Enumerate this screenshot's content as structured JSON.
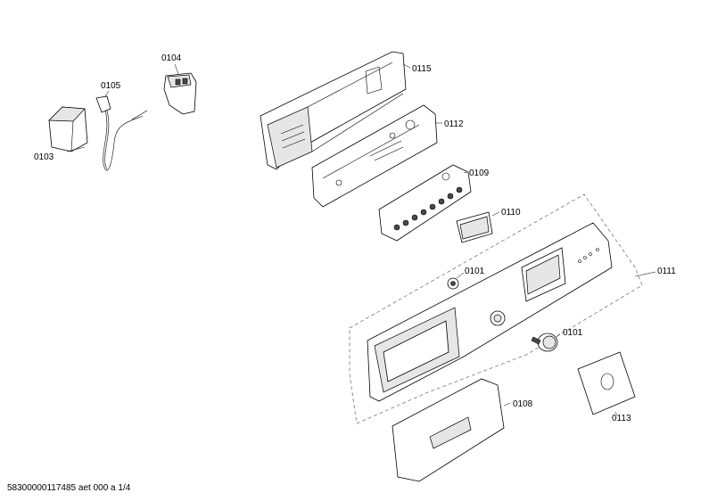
{
  "parts": [
    {
      "id": "0103",
      "label": "0103"
    },
    {
      "id": "0104",
      "label": "0104"
    },
    {
      "id": "0105",
      "label": "0105"
    },
    {
      "id": "0115",
      "label": "0115"
    },
    {
      "id": "0112",
      "label": "0112"
    },
    {
      "id": "0109",
      "label": "0109"
    },
    {
      "id": "0110",
      "label": "0110"
    },
    {
      "id": "0101a",
      "label": "0101"
    },
    {
      "id": "0101b",
      "label": "0101"
    },
    {
      "id": "0111",
      "label": "0111"
    },
    {
      "id": "0108",
      "label": "0108"
    },
    {
      "id": "0113",
      "label": "0113"
    }
  ],
  "footer": "58300000117485 aet 000 a 1/4"
}
